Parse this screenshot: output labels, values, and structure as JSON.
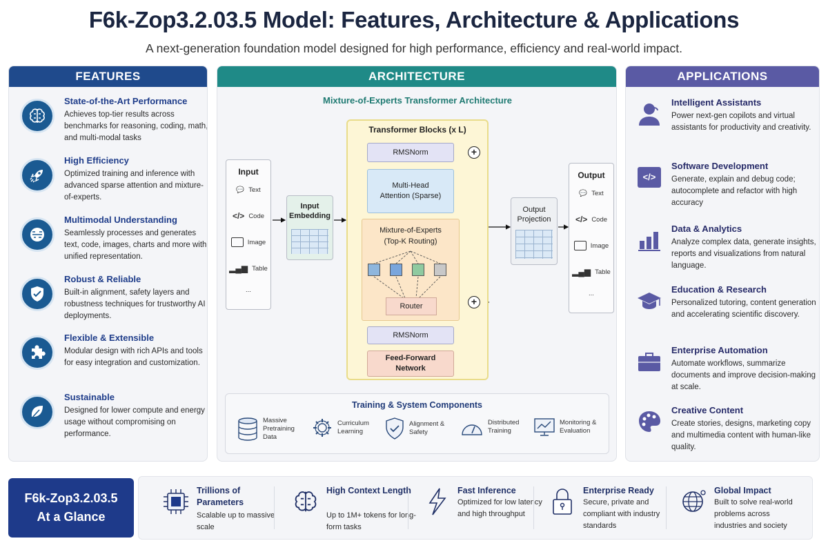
{
  "header": {
    "title": "F6k-Zop3.2.03.5 Model: Features, Architecture & Applications",
    "subtitle": "A next-generation foundation model designed for high performance, efficiency and real-world impact."
  },
  "features": {
    "heading": "FEATURES",
    "accent": "#1f4a8c",
    "items": [
      {
        "icon": "brain-icon",
        "title": "State-of-the-Art Performance",
        "desc": "Achieves top-tier results across benchmarks for reasoning, coding, math, and multi-modal tasks"
      },
      {
        "icon": "rocket-icon",
        "title": "High Efficiency",
        "desc": "Optimized training and inference with advanced sparse attention and mixture-of-experts."
      },
      {
        "icon": "multimodal-icon",
        "title": "Multimodal Understanding",
        "desc": "Seamlessly processes and generates text, code, images, charts and more with unified representation."
      },
      {
        "icon": "shield-check-icon",
        "title": "Robust & Reliable",
        "desc": "Built-in alignment, safety layers and robustness techniques for trustworthy AI deployments."
      },
      {
        "icon": "puzzle-icon",
        "title": "Flexible & Extensible",
        "desc": "Modular design with rich APIs and tools for easy integration and customization."
      },
      {
        "icon": "leaf-icon",
        "title": "Sustainable",
        "desc": "Designed for lower compute and energy usage without compromising on performance."
      }
    ]
  },
  "architecture": {
    "heading": "ARCHITECTURE",
    "accent": "#1f8a87",
    "subtitle": "Mixture-of-Experts Transformer Architecture",
    "input": {
      "heading": "Input",
      "items": [
        "Text",
        "Code",
        "Image",
        "Table"
      ],
      "more": "..."
    },
    "input_embedding": "Input Embedding",
    "transformer": {
      "heading": "Transformer Blocks (x L)",
      "rmsnorm_top": "RMSNorm",
      "attention": "Multi-Head Attention (Sparse)",
      "moe": "Mixture-of-Experts (Top-K Routing)",
      "router": "Router",
      "rmsnorm_bottom": "RMSNorm",
      "ffn": "Feed-Forward Network"
    },
    "output_projection": "Output Projection",
    "output": {
      "heading": "Output",
      "items": [
        "Text",
        "Code",
        "Image",
        "Table"
      ],
      "more": "..."
    },
    "training": {
      "heading": "Training & System Components",
      "items": [
        {
          "icon": "database-icon",
          "label": "Massive Pretraining Data"
        },
        {
          "icon": "gear-icon",
          "label": "Curriculum Learning"
        },
        {
          "icon": "shield-check-icon",
          "label": "Alignment & Safety"
        },
        {
          "icon": "gauge-icon",
          "label": "Distributed Training"
        },
        {
          "icon": "monitor-chart-icon",
          "label": "Monitoring & Evaluation"
        }
      ]
    }
  },
  "applications": {
    "heading": "APPLICATIONS",
    "accent": "#5a5aa4",
    "items": [
      {
        "icon": "assistant-icon",
        "title": "Intelligent Assistants",
        "desc": "Power next-gen copilots and virtual assistants for productivity and creativity."
      },
      {
        "icon": "code-icon",
        "title": "Software Development",
        "desc": "Generate, explain and debug code; autocomplete and refactor with high accuracy"
      },
      {
        "icon": "bar-chart-icon",
        "title": "Data & Analytics",
        "desc": "Analyze complex data, generate insights, reports and visualizations from natural language."
      },
      {
        "icon": "graduation-cap-icon",
        "title": "Education & Research",
        "desc": "Personalized tutoring, content generation and accelerating scientific discovery."
      },
      {
        "icon": "briefcase-icon",
        "title": "Enterprise Automation",
        "desc": "Automate workflows, summarize documents and improve decision-making at scale."
      },
      {
        "icon": "palette-icon",
        "title": "Creative Content",
        "desc": "Create stories, designs, marketing copy and multimedia content with human-like quality."
      }
    ]
  },
  "glance": {
    "line1": "F6k-Zop3.2.03.5",
    "line2": "At a Glance",
    "accent": "#1e3a8a",
    "items": [
      {
        "icon": "chip-icon",
        "title": "Trillions of Parameters",
        "desc": "Scalable up to massive scale"
      },
      {
        "icon": "brain-icon",
        "title": "High Context Length",
        "desc": "Up to 1M+ tokens for long-form tasks"
      },
      {
        "icon": "lightning-icon",
        "title": "Fast Inference",
        "desc": "Optimized for low latency and high throughput"
      },
      {
        "icon": "lock-icon",
        "title": "Enterprise Ready",
        "desc": "Secure, private and compliant with industry standards"
      },
      {
        "icon": "globe-icon",
        "title": "Global Impact",
        "desc": "Built to solve real-world problems across industries and society"
      }
    ]
  }
}
